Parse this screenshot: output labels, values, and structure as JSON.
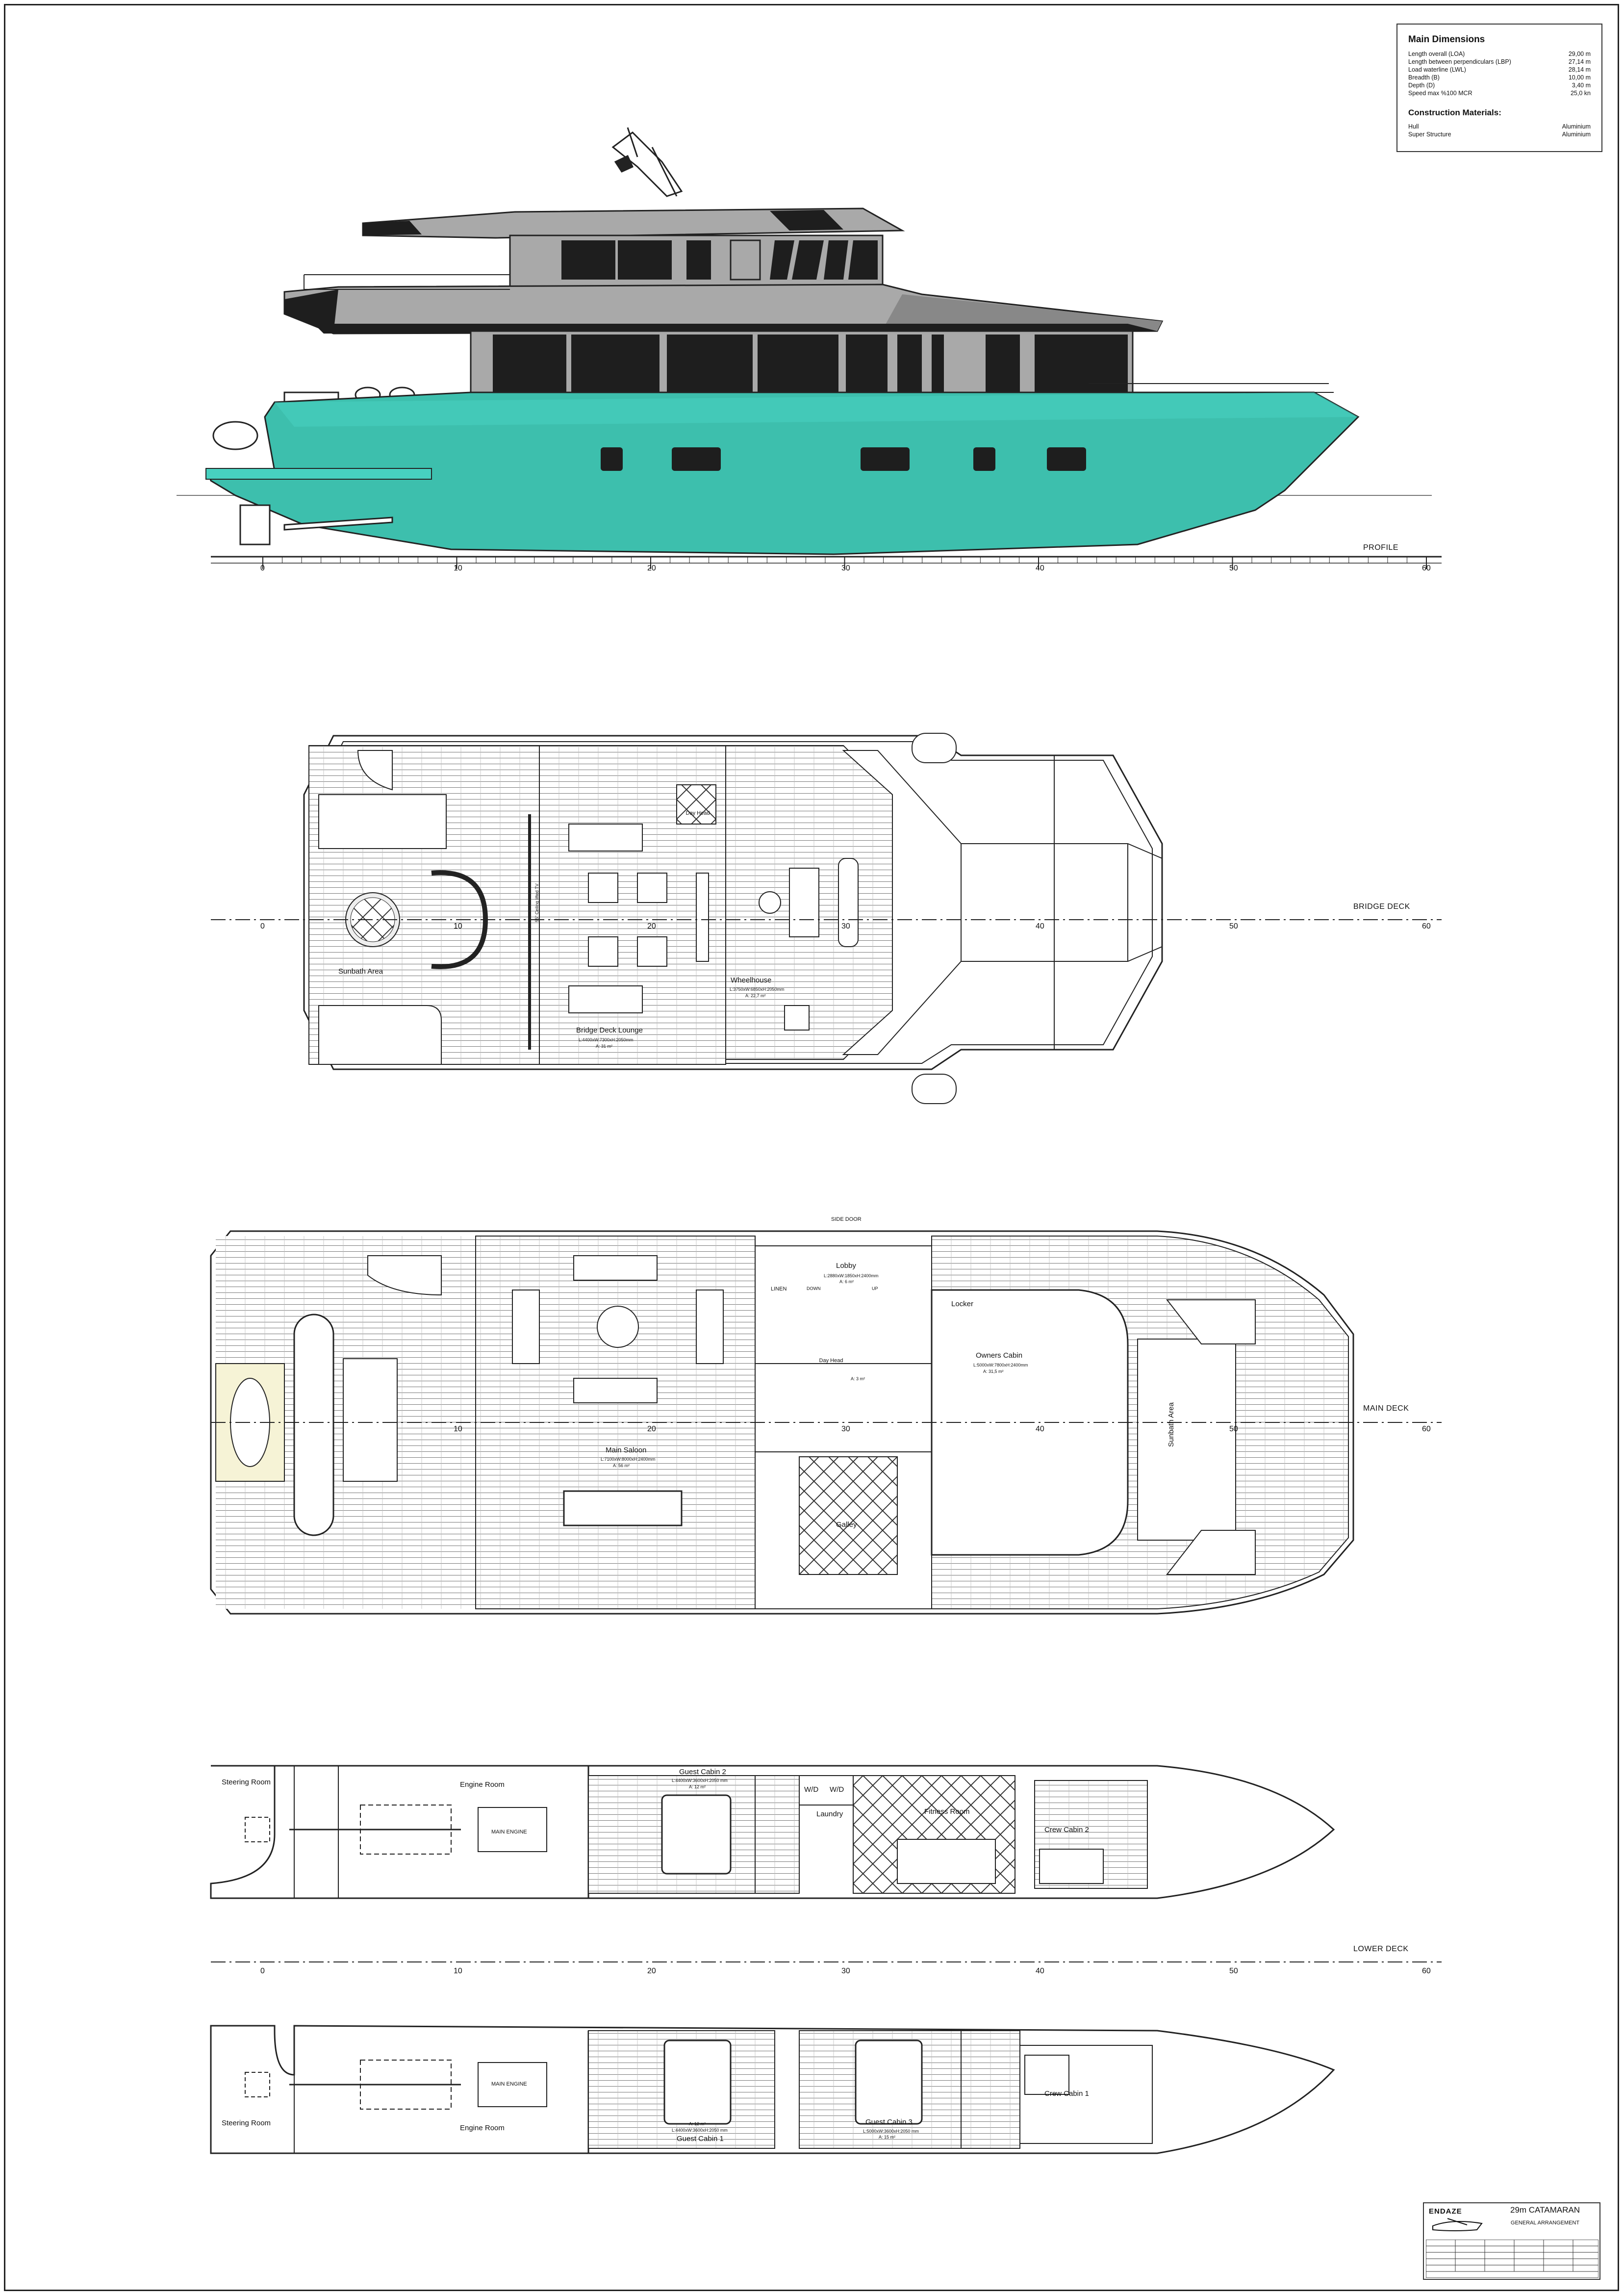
{
  "dimensions": {
    "title": "Main Dimensions",
    "rows": [
      {
        "label": "Length overall (LOA)",
        "value": "29,00 m"
      },
      {
        "label": "Length between perpendiculars (LBP)",
        "value": "27,14 m"
      },
      {
        "label": "Load waterline (LWL)",
        "value": "28,14 m"
      },
      {
        "label": "Breadth (B)",
        "value": "10,00 m"
      },
      {
        "label": "Depth (D)",
        "value": "3,40 m"
      },
      {
        "label": "Speed max %100 MCR",
        "value": "25,0 kn"
      }
    ],
    "materials_title": "Construction Materials:",
    "materials": [
      {
        "label": "Hull",
        "value": "Aluminium"
      },
      {
        "label": "Super Structure",
        "value": "Aluminium"
      }
    ]
  },
  "scale_ticks": [
    "0",
    "10",
    "20",
    "30",
    "40",
    "50",
    "60"
  ],
  "views": {
    "profile": "PROFILE",
    "bridge_deck": "BRIDGE DECK",
    "main_deck": "MAIN DECK",
    "lower_deck": "LOWER DECK"
  },
  "bridge": {
    "sunbath": "Sunbath Area",
    "lounge": "Bridge Deck Lounge",
    "lounge_dims": "L:4400xW:7300xH:2050mm",
    "lounge_area": "A: 31 m²",
    "wheelhouse": "Wheelhouse",
    "wheelhouse_dims": "L:3750xW:6850xH:2050mm",
    "wheelhouse_area": "A: 22,7 m²",
    "day_head": "Day Head",
    "tv": "55\" Ceiling lifted TV"
  },
  "main": {
    "side_door": "SIDE DOOR",
    "lobby": "Lobby",
    "lobby_dims": "L:2880xW:1850xH:2400mm",
    "lobby_area": "A: 6 m²",
    "linen": "LINEN",
    "down": "DOWN",
    "up": "UP",
    "day_head": "Day Head",
    "day_head_area": "A: 3 m²",
    "locker": "Locker",
    "owners_cabin": "Owners Cabin",
    "owners_dims": "L:5000xW:7800xH:2400mm",
    "owners_area": "A: 31,5 m²",
    "saloon": "Main Saloon",
    "saloon_dims": "L:7100xW:8000xH:2400mm",
    "saloon_area": "A: 56 m²",
    "galley": "Galley",
    "sunbath": "Sunbath Area"
  },
  "lower1": {
    "steering": "Steering Room",
    "engine": "Engine Room",
    "main_engine": "MAIN ENGINE",
    "guest2": "Guest Cabin 2",
    "guest2_dims": "L:4400xW:3600xH:2050 mm",
    "guest2_area": "A: 12 m²",
    "wd": "W/D",
    "laundry": "Laundry",
    "fitness": "Fitness Room",
    "crew2": "Crew Cabin 2"
  },
  "lower2": {
    "steering": "Steering Room",
    "engine": "Engine Room",
    "main_engine": "MAIN ENGINE",
    "guest1": "Guest Cabin 1",
    "guest1_dims": "L:4400xW:3600xH:2050 mm",
    "guest1_area": "A: 12 m²",
    "guest3": "Guest Cabin 3",
    "guest3_dims": "L:5000xW:3600xH:2050 mm",
    "guest3_area": "A: 15 m²",
    "crew1": "Crew Cabin 1"
  },
  "titleblock": {
    "company": "ENDAZE",
    "project": "29m CATAMARAN",
    "description": "GENERAL ARRANGEMENT"
  },
  "colors": {
    "hull": "#3dbfad",
    "superstructure": "#a9a9a9",
    "glass": "#1e1e1e",
    "line": "#222222"
  }
}
